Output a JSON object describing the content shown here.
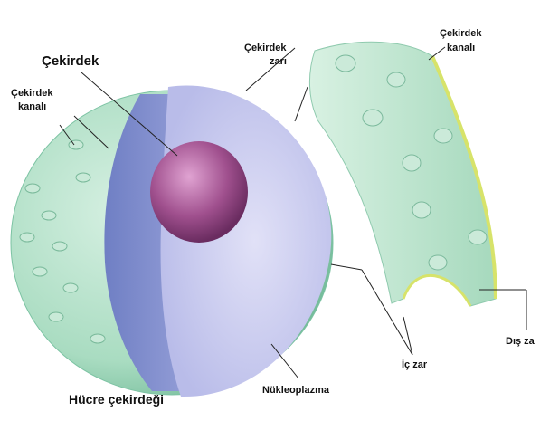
{
  "labels": {
    "nucleus": "Çekirdek",
    "envelope_line1": "Çekirdek",
    "envelope_line2": "zarı",
    "pore_left_line1": "Çekirdek",
    "pore_left_line2": "kanalı",
    "pore_right_line1": "Çekirdek",
    "pore_right_line2": "kanalı",
    "inner_membrane": "İç zar",
    "outer_membrane": "Dış za",
    "nucleoplasm": "Nükleoplazma",
    "caption": "Hücre çekirdeği"
  },
  "colors": {
    "outer_shell": "#a9dcc1",
    "shell_edge": "#7cc3a3",
    "cut_face": "#8b96d2",
    "nucleoplasm": "#c7c7ee",
    "nucleolus": "#a0508e",
    "envelope_panel": "#bfe6cf",
    "membrane_edge": "#d7e36a"
  }
}
